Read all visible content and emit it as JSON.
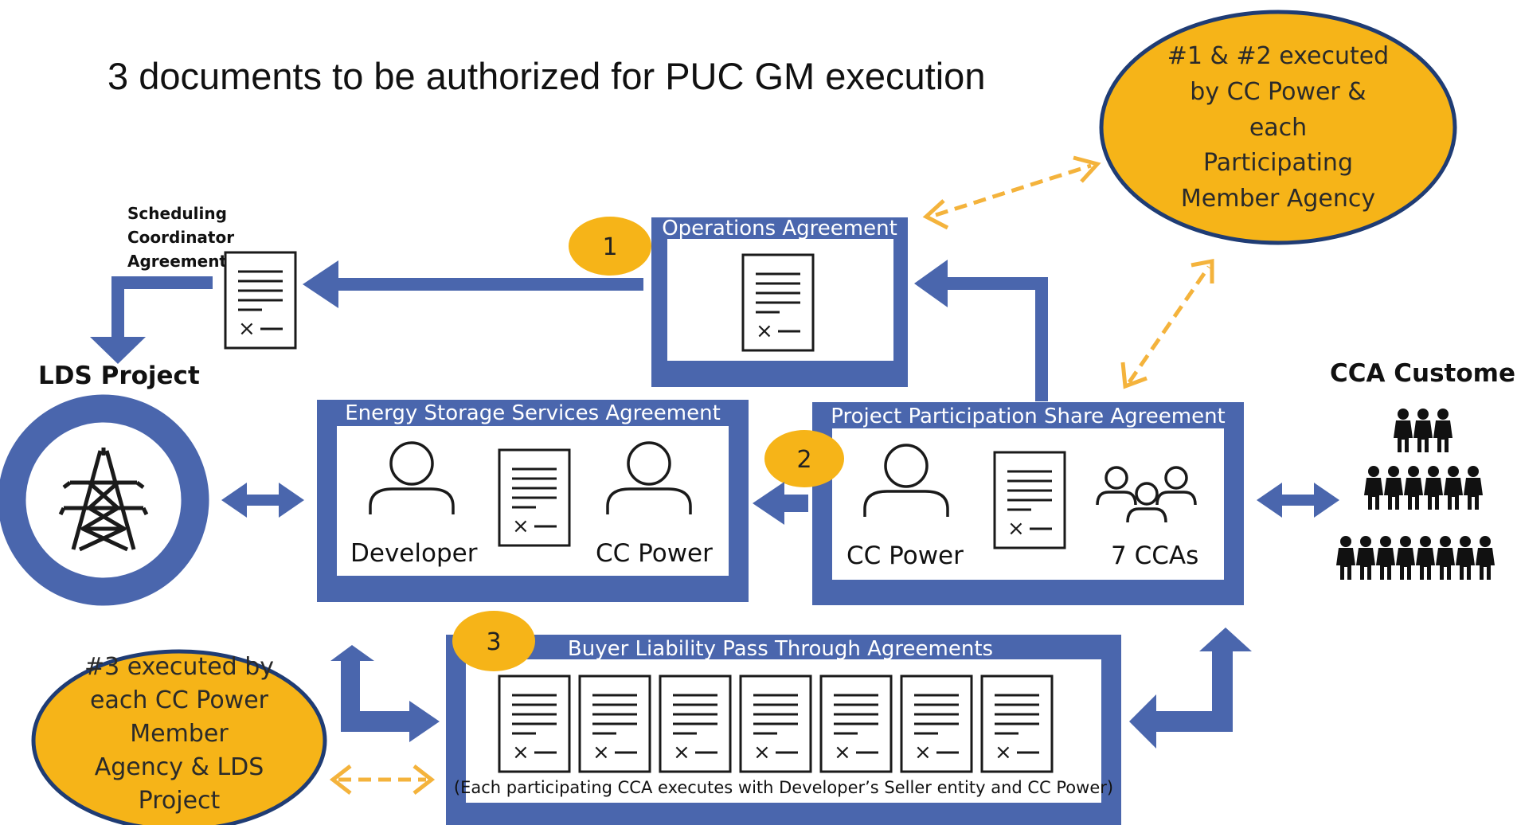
{
  "title": "3 documents to be authorized for PUC GM execution",
  "colors": {
    "frame": "#4a66ad",
    "accent": "#f6b418",
    "accent_border": "#1f3c74",
    "dashed": "#f4b33c"
  },
  "scheduling_coordinator": {
    "lines": [
      "Scheduling",
      "Coordinator",
      "Agreement"
    ]
  },
  "lds_project": {
    "label": "LDS Project",
    "icon": "transmission-tower-icon"
  },
  "cca_customers": {
    "label": "CCA Customers",
    "icon": "people-pyramid-icon"
  },
  "operations": {
    "title": "Operations Agreement",
    "number": "1"
  },
  "essa": {
    "title": "Energy Storage Services Agreement",
    "left_label": "Developer",
    "right_label": "CC Power"
  },
  "ppsa": {
    "title": "Project Participation Share Agreement",
    "number": "2",
    "left_label": "CC Power",
    "right_label": "7 CCAs"
  },
  "blpt": {
    "title": "Buyer Liability Pass Through Agreements",
    "number": "3",
    "doc_count": 7,
    "note": "(Each participating CCA executes with Developer’s Seller entity and CC Power)"
  },
  "oval_top": {
    "lines": [
      "#1 & #2 executed",
      "by CC Power &",
      "each",
      "Participating",
      "Member Agency"
    ]
  },
  "oval_bottom": {
    "lines": [
      "#3 executed by",
      "each CC Power",
      "Member",
      "Agency & LDS",
      "Project"
    ]
  }
}
